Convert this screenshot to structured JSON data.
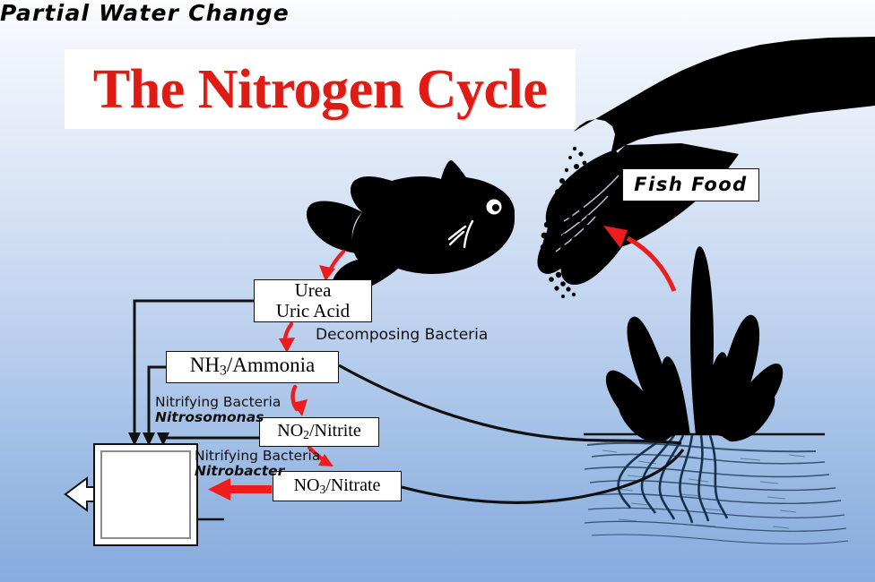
{
  "title": "The Nitrogen Cycle",
  "colors": {
    "title_red": "#e01b13",
    "arrow_red": "#ee1c1c",
    "arrow_black": "#111111",
    "silhouette": "#000000",
    "background_top": "#fbfcfe",
    "background_bottom": "#88ace0",
    "box_fill": "#ffffff",
    "box_border": "#111111"
  },
  "boxes": {
    "urea": {
      "line1": "Urea",
      "line2": "Uric Acid"
    },
    "ammonia": {
      "formula": "NH",
      "sub": "3",
      "name": "/Ammonia"
    },
    "nitrite": {
      "formula": "NO",
      "sub": "2",
      "name": "/Nitrite"
    },
    "nitrate": {
      "formula": "NO",
      "sub": "3",
      "name": "/Nitrate"
    },
    "fish_food": {
      "label": "Fish Food"
    }
  },
  "labels": {
    "decomposing_bacteria": "Decomposing Bacteria",
    "nitrifying_bacteria_1": "Nitrifying Bacteria",
    "nitrosomonas": "Nitrosomonas",
    "nitrifying_bacteria_2": "Nitrifying Bacteria",
    "nitrobacter": "Nitrobacter",
    "partial_water_change": "Partial Water Change"
  },
  "figures": {
    "hand": "hand-dropping-food-silhouette",
    "fish": "fish-silhouette",
    "plant": "aquatic-plant-silhouette",
    "food_pellets": "falling-food-pellets",
    "aquarium": "aquarium-tank",
    "substrate": "substrate-and-roots",
    "waterline": "water-surface-line"
  },
  "arrows": {
    "fish_to_urea": {
      "color": "#ee1c1c",
      "from": "fish",
      "to": "urea-box"
    },
    "urea_to_ammonia": {
      "color": "#ee1c1c",
      "from": "urea-box",
      "to": "ammonia-box"
    },
    "ammonia_to_nitrite": {
      "color": "#ee1c1c",
      "from": "ammonia-box",
      "to": "nitrite-box"
    },
    "nitrite_to_nitrate": {
      "color": "#ee1c1c",
      "from": "nitrite-box",
      "to": "nitrate-box"
    },
    "nitrate_to_aquarium": {
      "color": "#ee1c1c",
      "from": "nitrate-box",
      "to": "aquarium"
    },
    "plant_to_food": {
      "color": "#ee1c1c",
      "from": "plant",
      "to": "food-pellets"
    },
    "urea_to_tank": {
      "color": "#111111",
      "from": "urea-box",
      "to": "aquarium"
    },
    "ammonia_to_tank": {
      "color": "#111111",
      "from": "ammonia-box",
      "to": "aquarium"
    },
    "nitrite_to_tank": {
      "color": "#111111",
      "from": "nitrite-box",
      "to": "aquarium"
    },
    "ammonia_to_plant": {
      "color": "#111111",
      "from": "ammonia-box",
      "to": "plant-roots"
    },
    "nitrate_to_plant": {
      "color": "#111111",
      "from": "nitrate-box",
      "to": "plant-roots"
    },
    "water_out": {
      "color": "#ffffff",
      "from": "aquarium",
      "to": "drain"
    }
  }
}
